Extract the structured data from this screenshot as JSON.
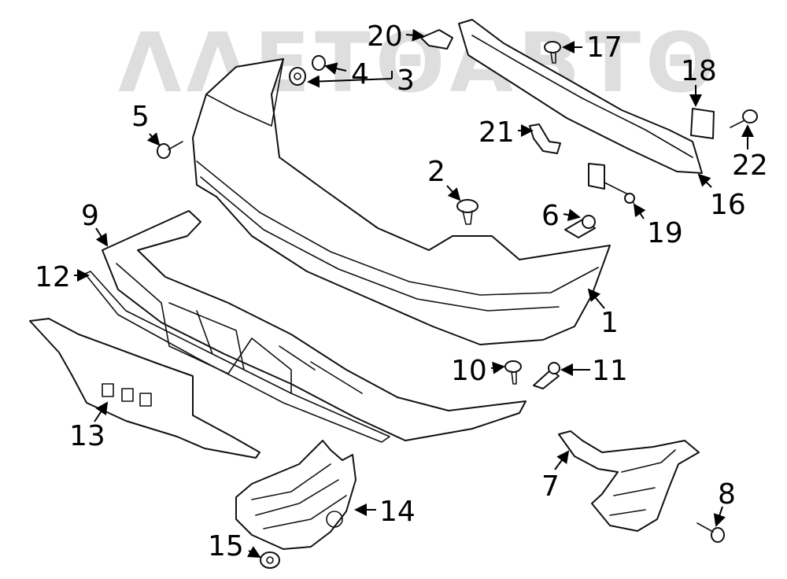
{
  "watermark": "ΛΛΕΤΘΑΒΤΘ",
  "callouts": [
    "1",
    "2",
    "3",
    "4",
    "5",
    "6",
    "7",
    "8",
    "9",
    "10",
    "11",
    "12",
    "13",
    "14",
    "15",
    "16",
    "17",
    "18",
    "19",
    "20",
    "21",
    "22"
  ]
}
